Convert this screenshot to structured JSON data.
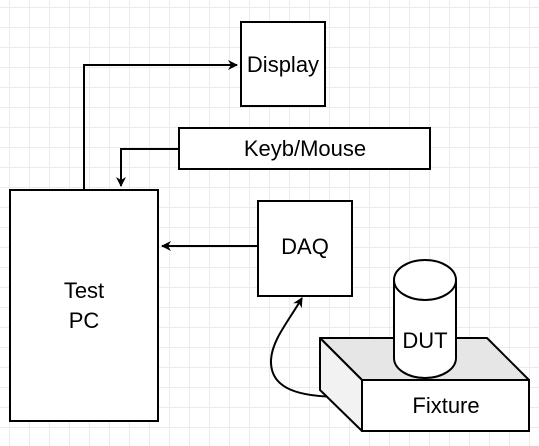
{
  "diagram": {
    "nodes": {
      "display": {
        "label": "Display"
      },
      "keyboard_mouse": {
        "label": "Keyb/Mouse"
      },
      "test_pc": {
        "label_line1": "Test",
        "label_line2": "PC"
      },
      "daq": {
        "label": "DAQ"
      },
      "dut": {
        "label": "DUT"
      },
      "fixture": {
        "label": "Fixture"
      }
    },
    "edges": [
      {
        "from": "test_pc",
        "to": "display"
      },
      {
        "from": "keyboard_mouse",
        "to": "test_pc"
      },
      {
        "from": "daq",
        "to": "test_pc"
      },
      {
        "from": "fixture",
        "to": "daq"
      }
    ],
    "colors": {
      "stroke": "#000000",
      "fill": "#ffffff",
      "fixture_side": "#f2f2f2",
      "fixture_top": "#e6e6e6",
      "grid": "#ebebeb"
    }
  }
}
